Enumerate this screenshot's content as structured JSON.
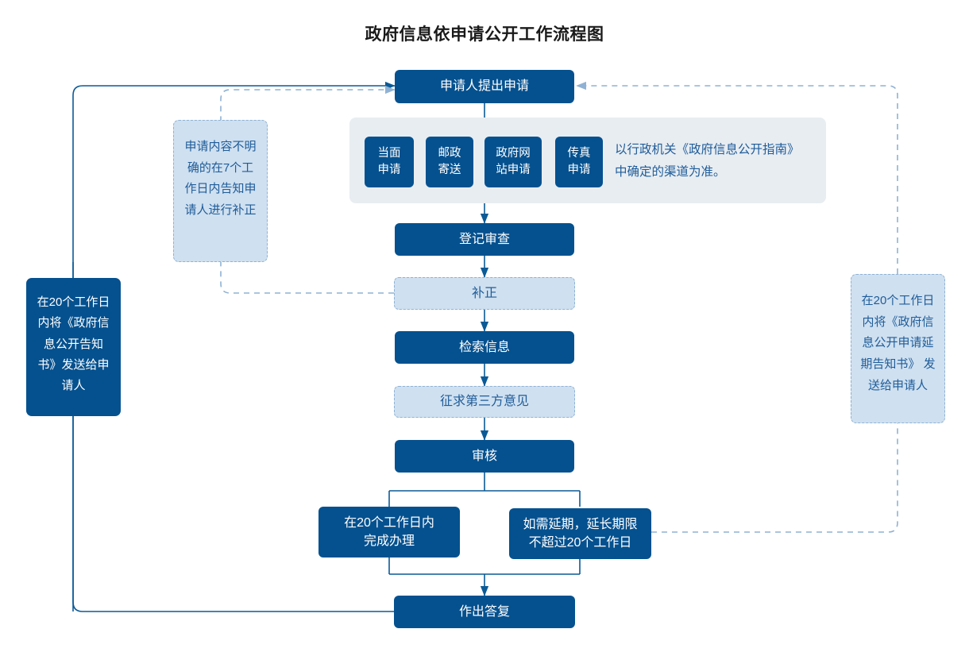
{
  "title": "政府信息依申请公开工作流程图",
  "theme": {
    "dark_blue": "#05518f",
    "light_blue": "#cfe0f0",
    "panel_gray": "#e8edf2",
    "light_text": "#1f5c99",
    "line_solid": "#0b5a96",
    "line_dashed": "#8fb2d4"
  },
  "nodes": {
    "apply": "申请人提出申请",
    "register": "登记审查",
    "supplement": "补正",
    "search": "检索信息",
    "third_party": "征求第三方意见",
    "review": "审核",
    "finish_20": "在20个工作日内\n完成办理",
    "extend_20": "如需延期，延长期限\n不超过20个工作日",
    "reply": "作出答复"
  },
  "channels": {
    "items": [
      {
        "label": "当面\n申请"
      },
      {
        "label": "邮政\n寄送"
      },
      {
        "label": "政府网\n站申请"
      },
      {
        "label": "传真\n申请"
      }
    ],
    "note": "以行政机关《政府信息公开指南》\n中确定的渠道为准。"
  },
  "annotations": {
    "left_light": "申请内容不明确的在7个工作日内告知申请人进行补正",
    "left_dark": "在20个工作日内将《政府信息公开告知书》发送给申请人",
    "right_light": "在20个工作日内将《政府信息公开申请延期告知书》 发送给申请人"
  }
}
